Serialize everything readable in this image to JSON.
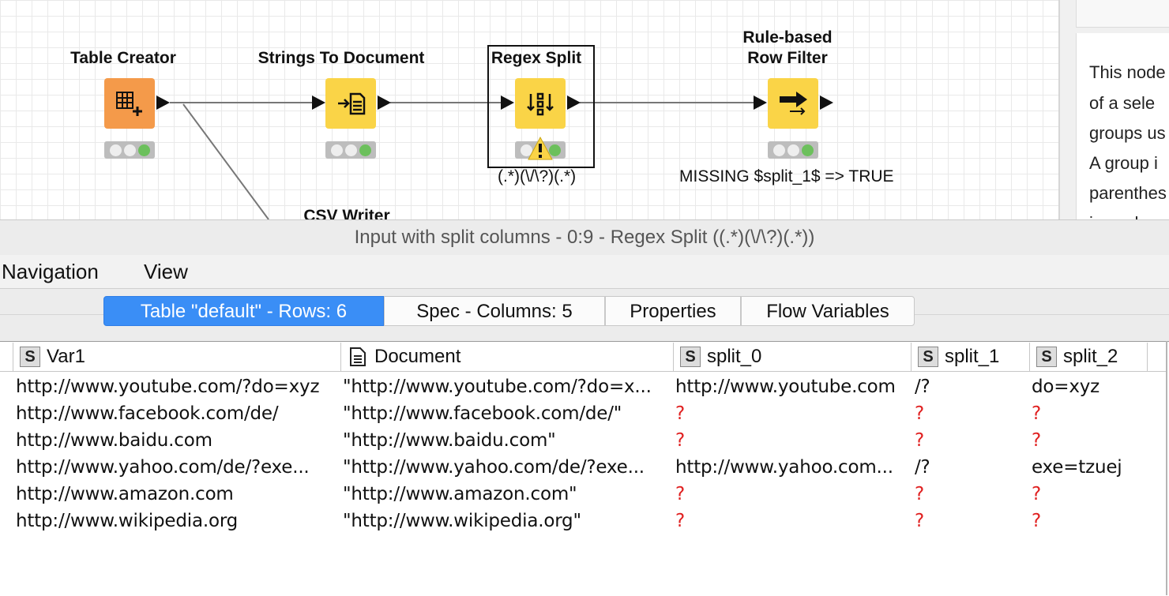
{
  "workflow": {
    "nodes": [
      {
        "title": "Table Creator",
        "icon": "table-creator-icon",
        "color": "#f49a4a",
        "status": "green"
      },
      {
        "title": "Strings To Document",
        "icon": "strings-to-document-icon",
        "color": "#fad447",
        "status": "green"
      },
      {
        "title": "Regex Split",
        "icon": "regex-split-icon",
        "color": "#fad447",
        "status": "warning",
        "annotation": "(.*)(\\/\\?)(.*)"
      },
      {
        "title_line1": "Rule-based",
        "title_line2": "Row Filter",
        "icon": "rule-filter-icon",
        "color": "#fad447",
        "status": "green",
        "annotation": "MISSING $split_1$ => TRUE"
      }
    ],
    "partial_node_title": "CSV Writer"
  },
  "description": {
    "lines": [
      "This node",
      "of a sele",
      "groups us",
      "A group i",
      "parenthes",
      "in such a"
    ]
  },
  "window": {
    "title": "Input with split columns - 0:9 - Regex Split ((.*)(\\/\\?)(.*))"
  },
  "menu": {
    "navigation": "Navigation",
    "view": "View"
  },
  "tabs": [
    {
      "label": "Table \"default\" - Rows: 6",
      "active": true
    },
    {
      "label": "Spec - Columns: 5",
      "active": false
    },
    {
      "label": "Properties",
      "active": false
    },
    {
      "label": "Flow Variables",
      "active": false
    }
  ],
  "table": {
    "columns": [
      {
        "name": "Var1",
        "type": "S"
      },
      {
        "name": "Document",
        "type": "document"
      },
      {
        "name": "split_0",
        "type": "S"
      },
      {
        "name": "split_1",
        "type": "S"
      },
      {
        "name": "split_2",
        "type": "S"
      }
    ],
    "rows": [
      [
        "http://www.youtube.com/?do=xyz",
        "\"http://www.youtube.com/?do=x...",
        "http://www.youtube.com",
        "/?",
        "do=xyz"
      ],
      [
        "http://www.facebook.com/de/",
        "\"http://www.facebook.com/de/\"",
        "?",
        "?",
        "?"
      ],
      [
        "http://www.baidu.com",
        "\"http://www.baidu.com\"",
        "?",
        "?",
        "?"
      ],
      [
        "http://www.yahoo.com/de/?exe...",
        "\"http://www.yahoo.com/de/?exe...",
        "http://www.yahoo.com...",
        "/?",
        "exe=tzuej"
      ],
      [
        "http://www.amazon.com",
        "\"http://www.amazon.com\"",
        "?",
        "?",
        "?"
      ],
      [
        "http://www.wikipedia.org",
        "\"http://www.wikipedia.org\"",
        "?",
        "?",
        "?"
      ]
    ],
    "missing_color": "#e02020"
  },
  "colors": {
    "tab_active": "#3a8ef6",
    "node_orange": "#f49a4a",
    "node_yellow": "#fad447",
    "status_green": "#6cc05c"
  }
}
